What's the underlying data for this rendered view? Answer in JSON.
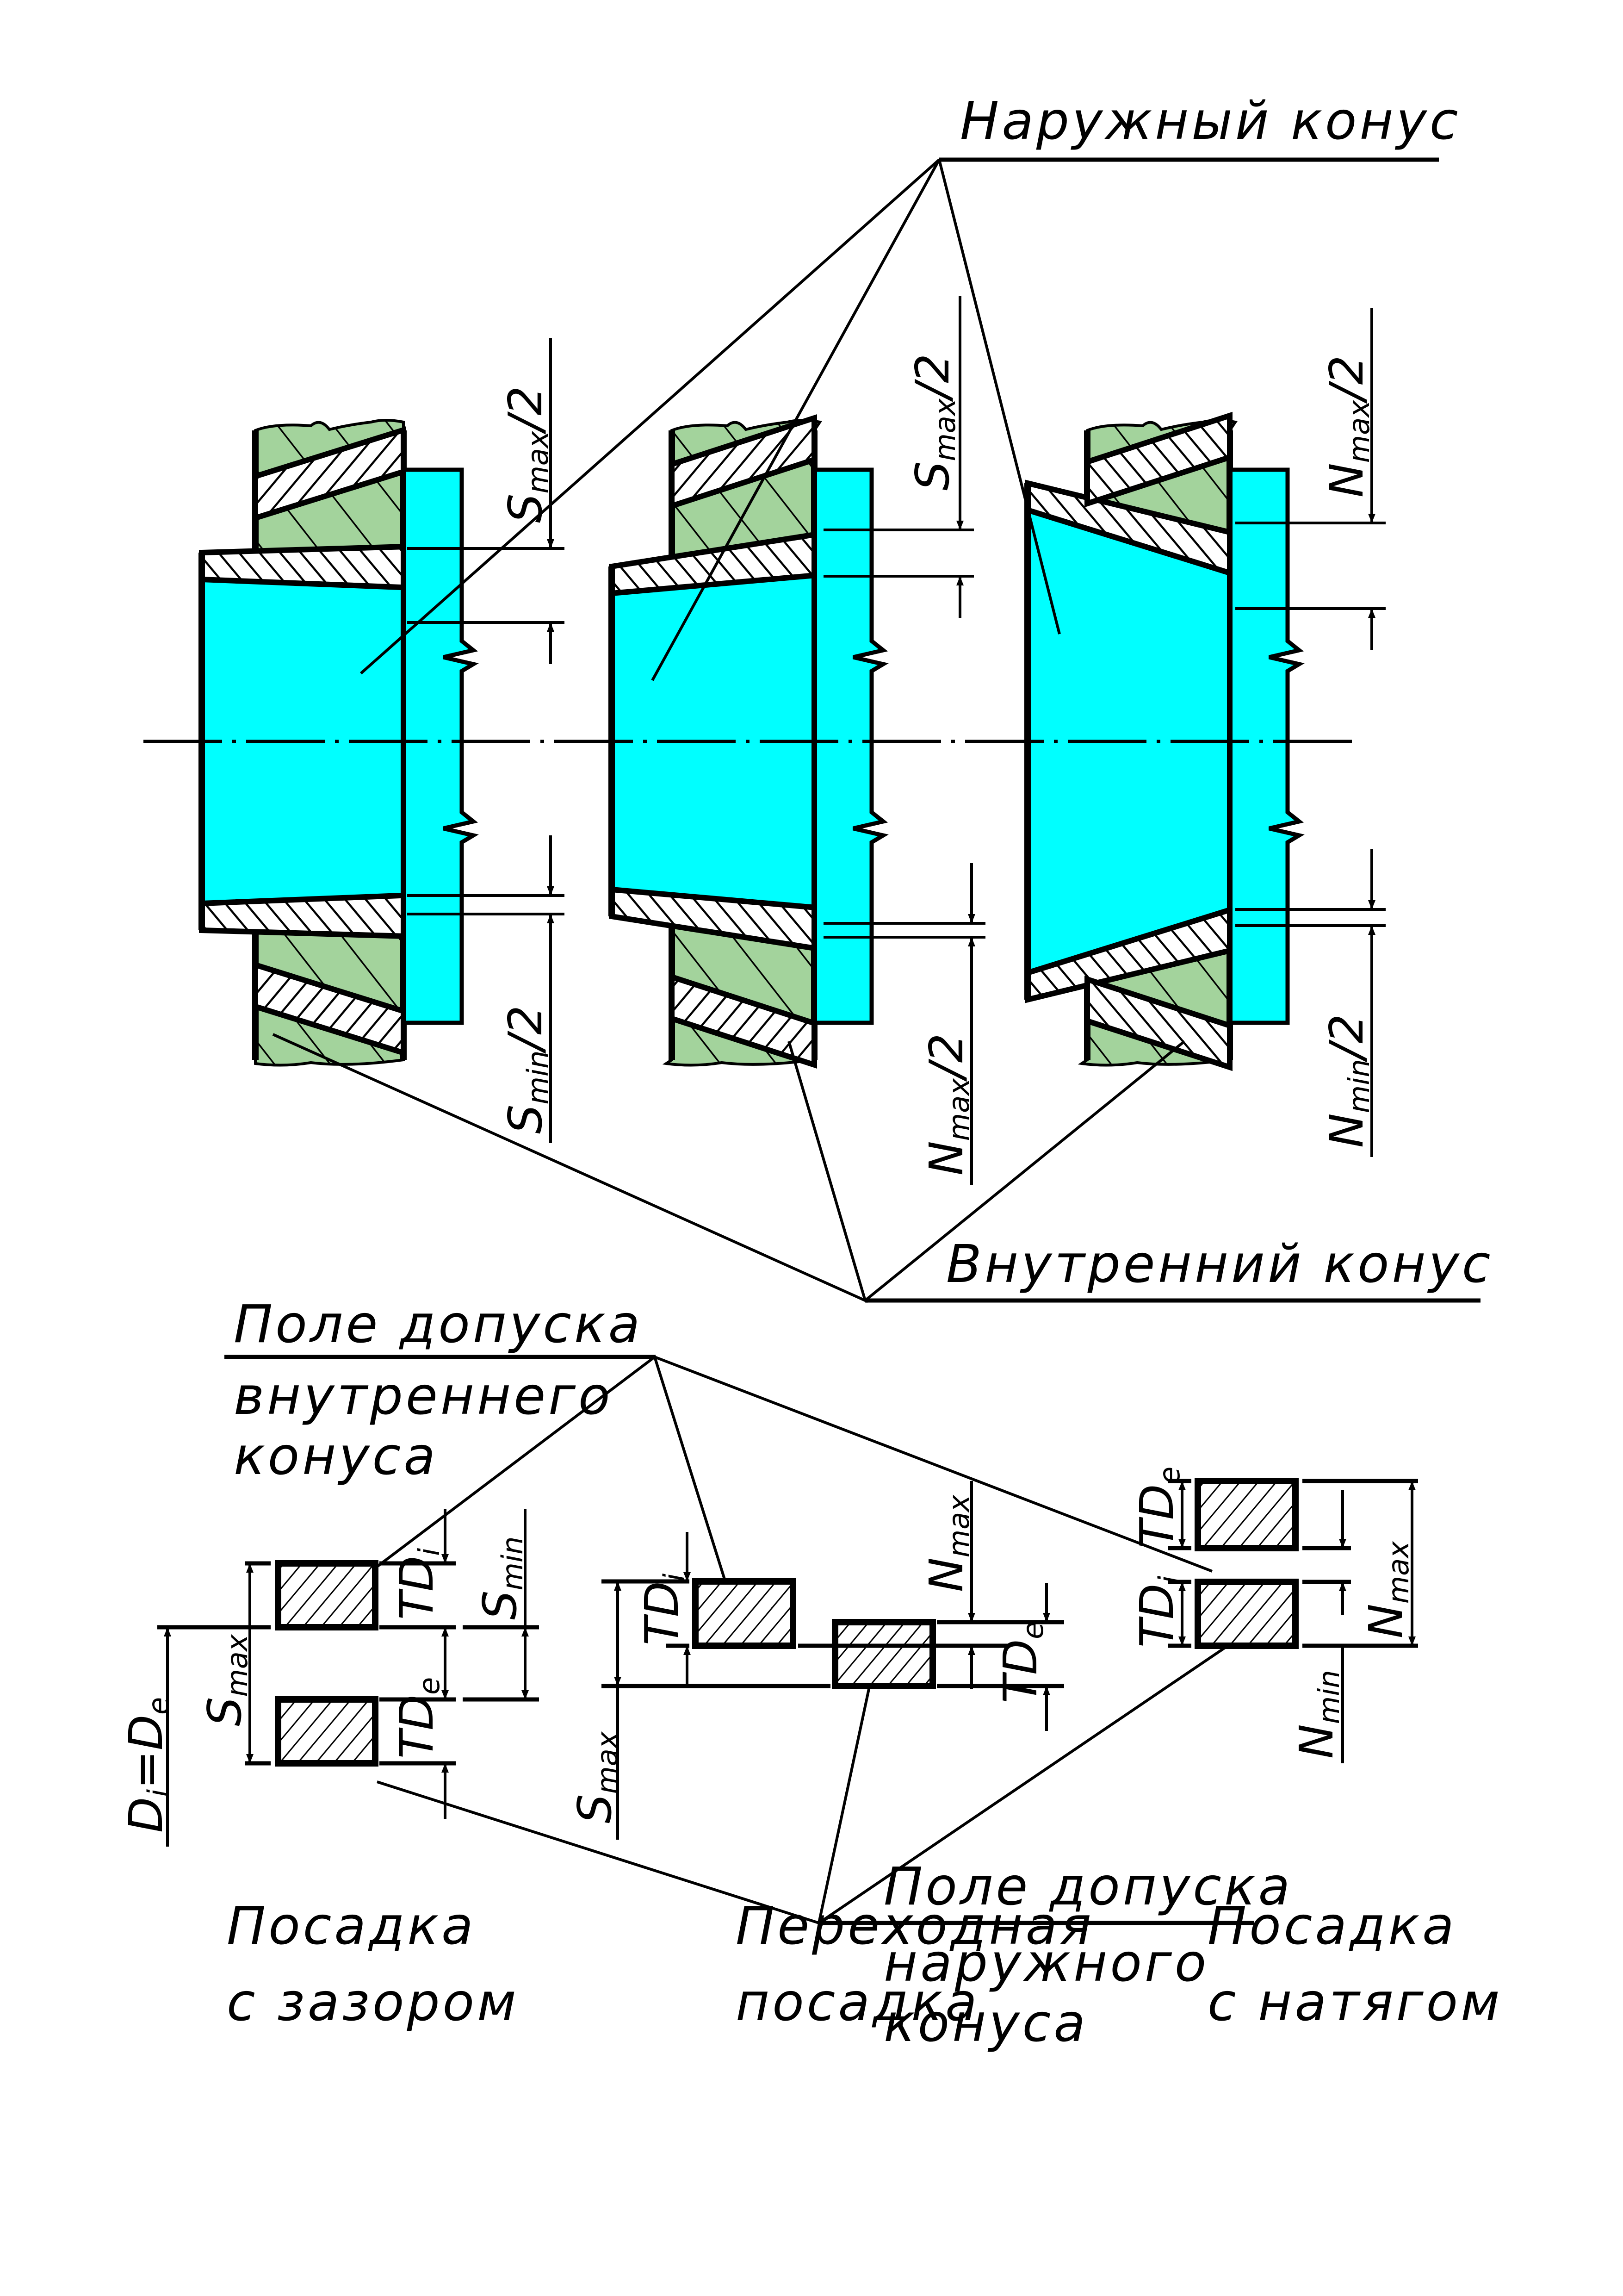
{
  "colors": {
    "housing_fill": "#A3D39C",
    "cone_fill": "#00FFFF",
    "line": "#000000",
    "background": "#FFFFFF"
  },
  "labels": {
    "outer_cone": "Наружный конус",
    "inner_cone": "Внутренний конус",
    "inner_tolerance_field": [
      "Поле допуска",
      "внутреннего",
      "конуса"
    ],
    "outer_tolerance_field": [
      "Поле допуска",
      "наружного",
      "конуса"
    ]
  },
  "fit_types": [
    {
      "id": "clearance",
      "lines": [
        "Посадка",
        "с зазором"
      ]
    },
    {
      "id": "transition",
      "lines": [
        "Переходная",
        "посадка"
      ]
    },
    {
      "id": "interference",
      "lines": [
        "Посадка",
        "с натягом"
      ]
    }
  ],
  "dimensions": {
    "clearance_top": {
      "main": "S",
      "sub": "max",
      "suffix": "/2"
    },
    "clearance_bottom": {
      "main": "S",
      "sub": "min",
      "suffix": "/2"
    },
    "transition_top": {
      "main": "S",
      "sub": "max",
      "suffix": "/2"
    },
    "transition_bottom": {
      "main": "N",
      "sub": "max",
      "suffix": "/2"
    },
    "interference_top": {
      "main": "N",
      "sub": "max",
      "suffix": "/2"
    },
    "interference_bottom": {
      "main": "N",
      "sub": "min",
      "suffix": "/2"
    }
  },
  "tolerance_diagram": {
    "nominal": {
      "left": "D",
      "left_sub": "i",
      "eq": "=",
      "right": "D",
      "right_sub": "e"
    },
    "clearance": {
      "smax": {
        "main": "S",
        "sub": "max"
      },
      "smin": {
        "main": "S",
        "sub": "min"
      },
      "tdi": {
        "main": "TD",
        "sub": "i"
      },
      "tde": {
        "main": "TD",
        "sub": "e"
      }
    },
    "transition": {
      "smax": {
        "main": "S",
        "sub": "max"
      },
      "nmax": {
        "main": "N",
        "sub": "max"
      },
      "tdi": {
        "main": "TD",
        "sub": "i"
      },
      "tde": {
        "main": "TD",
        "sub": "e"
      }
    },
    "interference": {
      "nmax": {
        "main": "N",
        "sub": "max"
      },
      "nmin": {
        "main": "N",
        "sub": "min"
      },
      "tdi": {
        "main": "TD",
        "sub": "i"
      },
      "tde": {
        "main": "TD",
        "sub": "e"
      }
    }
  }
}
